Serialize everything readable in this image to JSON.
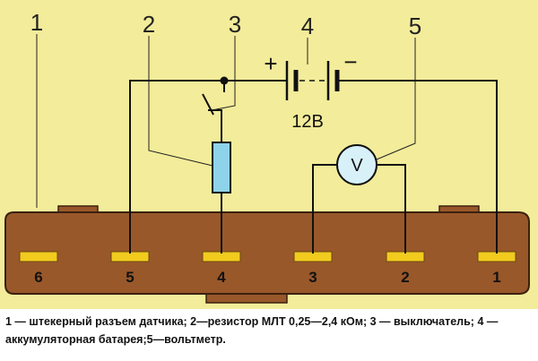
{
  "callouts": {
    "connector": "1",
    "resistor": "2",
    "switch": "3",
    "battery": "4",
    "voltmeter": "5"
  },
  "battery": {
    "plus": "+",
    "minus": "−",
    "voltage": "12В"
  },
  "voltmeter": {
    "symbol": "V"
  },
  "pins": [
    "6",
    "5",
    "4",
    "3",
    "2",
    "1"
  ],
  "caption": "1 — штекерный разъем датчика; 2—резистор МЛТ 0,25—2,4 кОм; 3 — выключатель; 4 — аккумуляторная батарея;5—вольтметр.",
  "colors": {
    "background": "#f3ec9a",
    "connector_body": "#99582a",
    "pin": "#f2cb1f",
    "resistor": "#8fd3ea",
    "voltmeter": "#d8f1f8",
    "wire": "#111111"
  }
}
